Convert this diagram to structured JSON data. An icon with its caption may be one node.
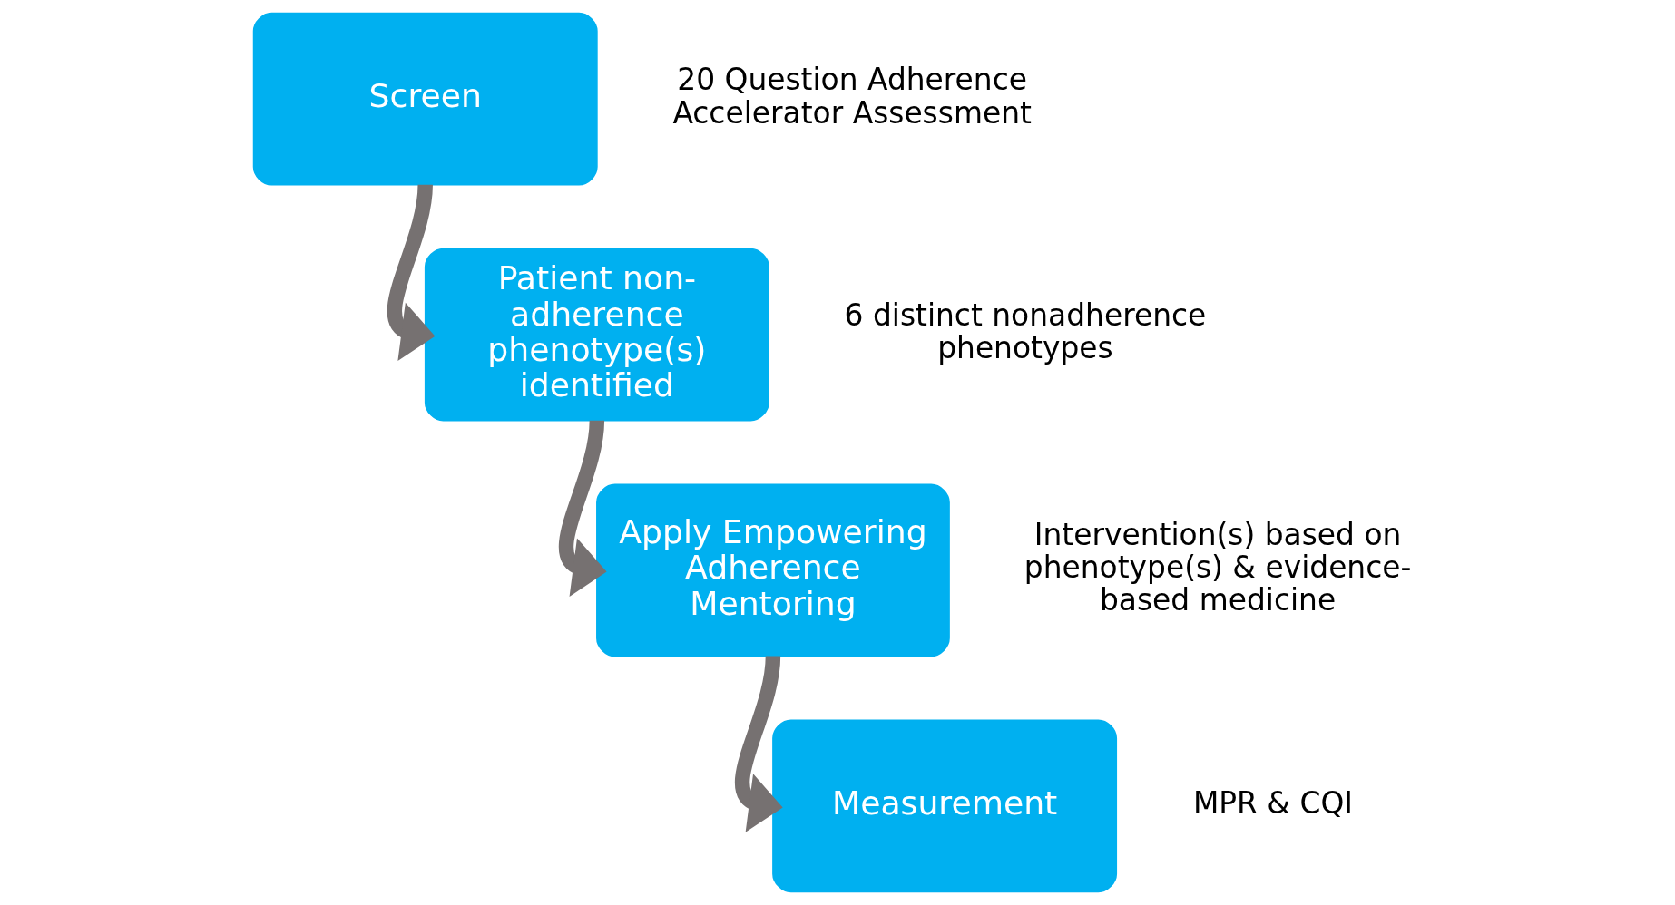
{
  "diagram": {
    "nodes": [
      {
        "text": [
          "Screen"
        ],
        "beside": [
          "20 Question Adherence Accelerator Assessment"
        ]
      },
      {
        "text": [
          "Patient non-adherence phenotype(s) identified"
        ],
        "beside": [
          "6 distinct nonadherence phenotypes"
        ]
      },
      {
        "text": [
          "Apply Empowering Adherence Mentoring"
        ],
        "beside": [
          "Intervention(s) based on phenotype(s) & evidence-based medicine"
        ]
      },
      {
        "text": [
          "Measurement"
        ],
        "beside": [
          "MPR & CQI"
        ]
      }
    ],
    "edges": [
      {
        "from": 0,
        "to": 1,
        "arrow": "to"
      },
      {
        "from": 1,
        "to": 2,
        "arrow": "to"
      },
      {
        "from": 2,
        "to": 3,
        "arrow": "to"
      }
    ]
  }
}
